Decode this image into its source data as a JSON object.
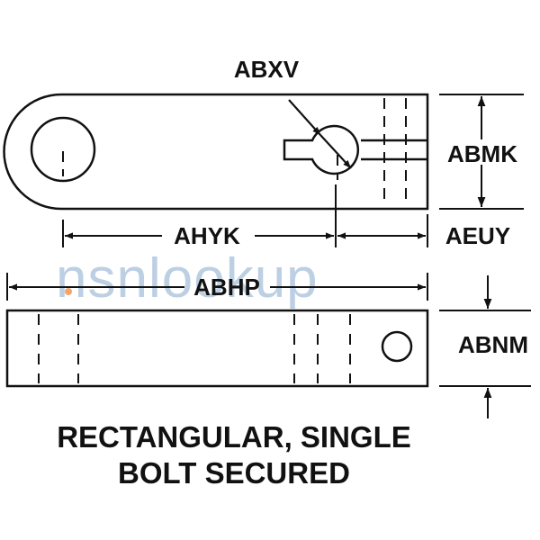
{
  "watermark": "nsnlookup",
  "labels": {
    "abxv": "ABXV",
    "abmk": "ABMK",
    "ahyk": "AHYK",
    "aeuy": "AEUY",
    "abhp": "ABHP",
    "abnm": "ABNM"
  },
  "caption": {
    "line1": "RECTANGULAR, SINGLE",
    "line2": "BOLT SECURED"
  },
  "colors": {
    "ink": "#111111",
    "watermark": "#bccfe3",
    "watermark_dot": "#f3a56a"
  }
}
